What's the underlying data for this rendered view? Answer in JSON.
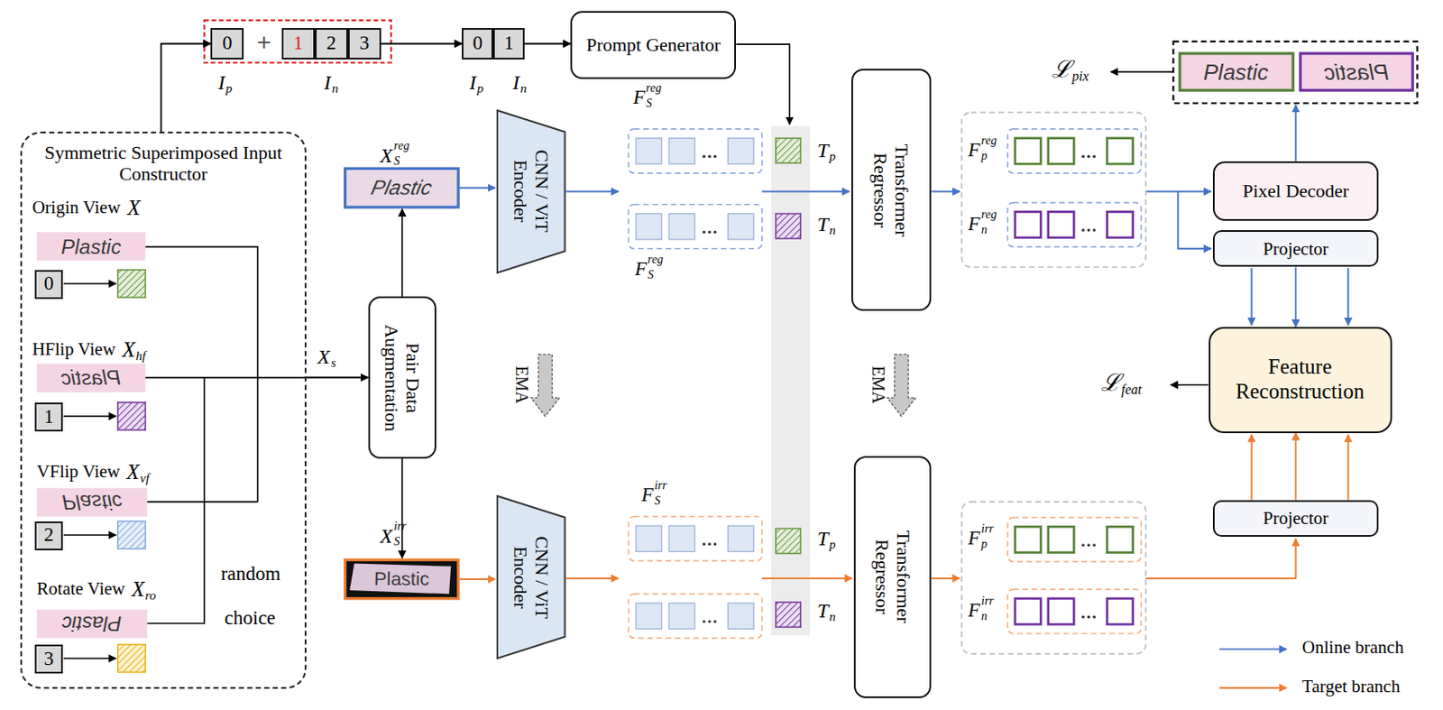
{
  "diagram": {
    "nodes": [
      {
        "text": [
          "Symmetric Superimposed Input Constructor"
        ]
      },
      {
        "text": [
          "0"
        ],
        "in": 0
      },
      {
        "text": [
          "1"
        ],
        "in": 0
      },
      {
        "text": [
          "2"
        ],
        "in": 0
      },
      {
        "text": [
          "3"
        ],
        "in": 0
      },
      {
        "text": [
          "0"
        ]
      },
      {
        "text": [
          "1"
        ]
      },
      {
        "text": [
          "2"
        ]
      },
      {
        "text": [
          "3"
        ]
      },
      {
        "text": [
          "0"
        ]
      },
      {
        "text": [
          "1"
        ]
      },
      {
        "text": [
          "Prompt Generator"
        ]
      },
      {
        "text": [
          "Pair Data Augmentation"
        ]
      },
      {
        "text": [
          "CNN / ViT Encoder"
        ]
      },
      {
        "text": [
          "CNN / ViT Encoder"
        ]
      },
      {
        "text": [
          "Transformer Regressor"
        ]
      },
      {
        "text": [
          "Transformer Regressor"
        ]
      },
      {
        "text": [
          "Pixel Decoder"
        ]
      },
      {
        "text": [
          "Projector"
        ]
      },
      {
        "text": [
          "Feature Reconstruction"
        ]
      },
      {
        "text": [
          "Projector"
        ]
      }
    ],
    "edges": [
      {
        "from": 0,
        "to": 5,
        "arrow": "to"
      },
      {
        "from": 8,
        "to": 9,
        "arrow": "to"
      },
      {
        "from": 10,
        "to": 11,
        "arrow": "to"
      },
      {
        "from": 0,
        "to": 12,
        "arrow": "to"
      },
      {
        "from": 18,
        "to": 19,
        "arrow": "to"
      },
      {
        "from": 20,
        "to": 19,
        "arrow": "to"
      }
    ],
    "labels": [
      "Origin View",
      "X",
      "HFlip View",
      "X",
      "hf",
      "VFlip View",
      "X",
      "vf",
      "Rotate View",
      "X",
      "ro",
      "random",
      "choice",
      "Plastic",
      "Plastic",
      "Plastic",
      "Plastic",
      "+",
      "I",
      "p",
      "I",
      "n",
      "I",
      "p",
      "I",
      "n",
      "F",
      "S",
      "reg",
      "X",
      "S",
      "reg",
      "Plastic",
      "X",
      "S",
      "irr",
      "Plastic",
      "X",
      "s",
      "EMA",
      "EMA",
      "F",
      "S",
      "reg",
      "F",
      "S",
      "irr",
      "T",
      "p",
      "T",
      "n",
      "T",
      "p",
      "T",
      "n",
      "F",
      "p",
      "reg",
      "F",
      "n",
      "reg",
      "F",
      "p",
      "irr",
      "F",
      "n",
      "irr",
      "ℒ",
      "pix",
      "ℒ",
      "feat",
      "Plastic",
      "Plastic"
    ],
    "legend": [
      {
        "text": "Online branch"
      },
      {
        "text": "Target branch"
      }
    ]
  }
}
